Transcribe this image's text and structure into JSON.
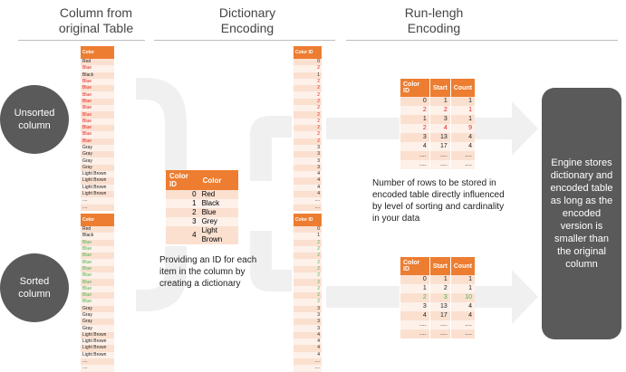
{
  "headers": {
    "column": "Column from original Table",
    "dictionary": "Dictionary Encoding",
    "rle": "Run-lengh Encoding"
  },
  "circles": {
    "unsorted": "Unsorted column",
    "sorted": "Sorted column"
  },
  "unsorted_column": {
    "header": "Color",
    "rows": [
      {
        "v": "Red",
        "c": "dk"
      },
      {
        "v": "Blue",
        "c": "red"
      },
      {
        "v": "Black",
        "c": "dk"
      },
      {
        "v": "Blue",
        "c": "red"
      },
      {
        "v": "Blue",
        "c": "red"
      },
      {
        "v": "Blue",
        "c": "red"
      },
      {
        "v": "Blue",
        "c": "red"
      },
      {
        "v": "Blue",
        "c": "red"
      },
      {
        "v": "Blue",
        "c": "red"
      },
      {
        "v": "Blue",
        "c": "red"
      },
      {
        "v": "Blue",
        "c": "red"
      },
      {
        "v": "Blue",
        "c": "red"
      },
      {
        "v": "Blue",
        "c": "red"
      },
      {
        "v": "Gray",
        "c": "dk"
      },
      {
        "v": "Gray",
        "c": "dk"
      },
      {
        "v": "Gray",
        "c": "dk"
      },
      {
        "v": "Gray",
        "c": "dk"
      },
      {
        "v": "Light Brown",
        "c": "dk"
      },
      {
        "v": "Light Brown",
        "c": "dk"
      },
      {
        "v": "Light Brown",
        "c": "dk"
      },
      {
        "v": "Light Brown",
        "c": "dk"
      },
      {
        "v": "....",
        "c": "dk"
      },
      {
        "v": "....",
        "c": "dk"
      }
    ]
  },
  "sorted_column": {
    "header": "Color",
    "rows": [
      {
        "v": "Red",
        "c": "dk"
      },
      {
        "v": "Black",
        "c": "dk"
      },
      {
        "v": "Blue",
        "c": "green"
      },
      {
        "v": "Blue",
        "c": "green"
      },
      {
        "v": "Blue",
        "c": "green"
      },
      {
        "v": "Blue",
        "c": "green"
      },
      {
        "v": "Blue",
        "c": "green"
      },
      {
        "v": "Blue",
        "c": "green"
      },
      {
        "v": "Blue",
        "c": "green"
      },
      {
        "v": "Blue",
        "c": "green"
      },
      {
        "v": "Blue",
        "c": "green"
      },
      {
        "v": "Blue",
        "c": "green"
      },
      {
        "v": "Gray",
        "c": "dk"
      },
      {
        "v": "Gray",
        "c": "dk"
      },
      {
        "v": "Gray",
        "c": "dk"
      },
      {
        "v": "Gray",
        "c": "dk"
      },
      {
        "v": "Light Brown",
        "c": "dk"
      },
      {
        "v": "Light Brown",
        "c": "dk"
      },
      {
        "v": "Light Brown",
        "c": "dk"
      },
      {
        "v": "Light Brown",
        "c": "dk"
      },
      {
        "v": "....",
        "c": "dk"
      },
      {
        "v": "....",
        "c": "dk"
      }
    ]
  },
  "unsorted_ids": {
    "header": "Color ID",
    "rows": [
      {
        "v": "0",
        "c": "dk"
      },
      {
        "v": "2",
        "c": "red"
      },
      {
        "v": "1",
        "c": "dk"
      },
      {
        "v": "2",
        "c": "red"
      },
      {
        "v": "2",
        "c": "red"
      },
      {
        "v": "2",
        "c": "red"
      },
      {
        "v": "2",
        "c": "red"
      },
      {
        "v": "2",
        "c": "red"
      },
      {
        "v": "2",
        "c": "red"
      },
      {
        "v": "2",
        "c": "red"
      },
      {
        "v": "2",
        "c": "red"
      },
      {
        "v": "2",
        "c": "red"
      },
      {
        "v": "2",
        "c": "red"
      },
      {
        "v": "3",
        "c": "dk"
      },
      {
        "v": "3",
        "c": "dk"
      },
      {
        "v": "3",
        "c": "dk"
      },
      {
        "v": "3",
        "c": "dk"
      },
      {
        "v": "4",
        "c": "dk"
      },
      {
        "v": "4",
        "c": "dk"
      },
      {
        "v": "4",
        "c": "dk"
      },
      {
        "v": "4",
        "c": "dk"
      },
      {
        "v": "....",
        "c": "dk"
      },
      {
        "v": "....",
        "c": "dk"
      }
    ]
  },
  "sorted_ids": {
    "header": "Color ID",
    "rows": [
      {
        "v": "0",
        "c": "dk"
      },
      {
        "v": "1",
        "c": "dk"
      },
      {
        "v": "2",
        "c": "green"
      },
      {
        "v": "2",
        "c": "green"
      },
      {
        "v": "2",
        "c": "green"
      },
      {
        "v": "2",
        "c": "green"
      },
      {
        "v": "2",
        "c": "green"
      },
      {
        "v": "2",
        "c": "green"
      },
      {
        "v": "2",
        "c": "green"
      },
      {
        "v": "2",
        "c": "green"
      },
      {
        "v": "2",
        "c": "green"
      },
      {
        "v": "2",
        "c": "green"
      },
      {
        "v": "3",
        "c": "dk"
      },
      {
        "v": "3",
        "c": "dk"
      },
      {
        "v": "3",
        "c": "dk"
      },
      {
        "v": "3",
        "c": "dk"
      },
      {
        "v": "4",
        "c": "dk"
      },
      {
        "v": "4",
        "c": "dk"
      },
      {
        "v": "4",
        "c": "dk"
      },
      {
        "v": "4",
        "c": "dk"
      },
      {
        "v": "....",
        "c": "dk"
      },
      {
        "v": "....",
        "c": "dk"
      }
    ]
  },
  "dictionary": {
    "headers": [
      "Color ID",
      "Color"
    ],
    "rows": [
      {
        "id": "0",
        "color": "Red"
      },
      {
        "id": "1",
        "color": "Black"
      },
      {
        "id": "2",
        "color": "Blue"
      },
      {
        "id": "3",
        "color": "Grey"
      },
      {
        "id": "4",
        "color": "Light Brown"
      }
    ]
  },
  "rle_unsorted": {
    "headers": [
      "Color ID",
      "Start",
      "Count"
    ],
    "rows": [
      {
        "cells": [
          "0",
          "1",
          "1"
        ],
        "c": "dk"
      },
      {
        "cells": [
          "2",
          "2",
          "1"
        ],
        "c": "red"
      },
      {
        "cells": [
          "1",
          "3",
          "1"
        ],
        "c": "dk"
      },
      {
        "cells": [
          "2",
          "4",
          "9"
        ],
        "c": "red"
      },
      {
        "cells": [
          "3",
          "13",
          "4"
        ],
        "c": "dk"
      },
      {
        "cells": [
          "4",
          "17",
          "4"
        ],
        "c": "dk"
      },
      {
        "cells": [
          "....",
          "....",
          "...."
        ],
        "c": "dk"
      },
      {
        "cells": [
          "....",
          "....",
          "...."
        ],
        "c": "dk"
      }
    ]
  },
  "rle_sorted": {
    "headers": [
      "Color ID",
      "Start",
      "Count"
    ],
    "rows": [
      {
        "cells": [
          "0",
          "1",
          "1"
        ],
        "c": "dk"
      },
      {
        "cells": [
          "1",
          "2",
          "1"
        ],
        "c": "dk"
      },
      {
        "cells": [
          "2",
          "3",
          "10"
        ],
        "c": "green"
      },
      {
        "cells": [
          "3",
          "13",
          "4"
        ],
        "c": "dk"
      },
      {
        "cells": [
          "4",
          "17",
          "4"
        ],
        "c": "dk"
      },
      {
        "cells": [
          "....",
          "....",
          "...."
        ],
        "c": "dk"
      },
      {
        "cells": [
          "....",
          "....",
          "...."
        ],
        "c": "dk"
      }
    ]
  },
  "notes": {
    "dictionary": "Providing an ID for each item in the column by creating a dictionary",
    "rle": "Number of rows to be stored in encoded table directly influenced by level of sorting and cardinality in your data"
  },
  "engine": "Engine stores dictionary and encoded table as long as the encoded version is smaller than the original column",
  "colors": {
    "header_orange": "#ed7d31",
    "row_light": "#fbe0d0",
    "row_lighter": "#fdf1ea",
    "dark_gray": "#5a5a5a",
    "arrow_gray": "#f0f0f0",
    "red_text": "#e02020",
    "green_text": "#4caf50"
  }
}
